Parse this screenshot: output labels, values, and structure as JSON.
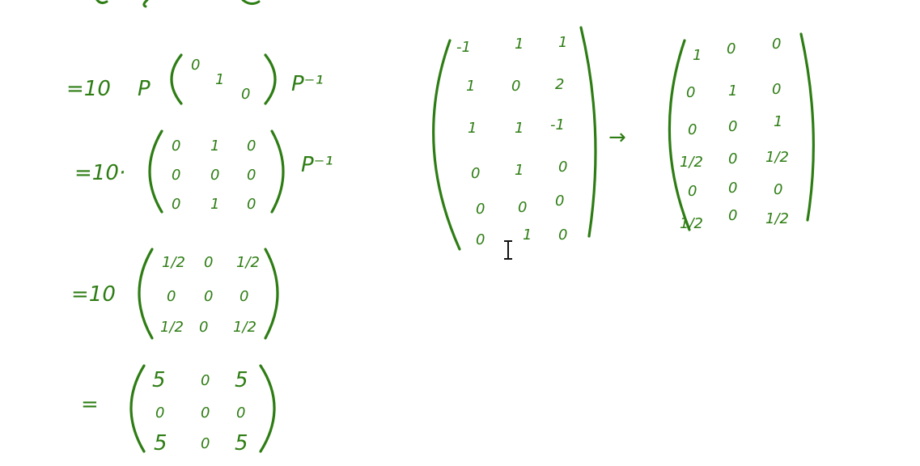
{
  "ink_color": "#2e7d14",
  "background": "#ffffff",
  "cursor_icon": "text-ibeam-cursor-icon",
  "left_steps": [
    {
      "prefix": "=10",
      "operator": "P",
      "inner": [
        "0",
        "1",
        "0"
      ],
      "suffix": "P⁻¹"
    },
    {
      "prefix": "=10·",
      "matrix": [
        [
          "0",
          "1",
          "0"
        ],
        [
          "0",
          "0",
          "0"
        ],
        [
          "0",
          "1",
          "0"
        ]
      ],
      "suffix": "P⁻¹"
    },
    {
      "prefix": "=10",
      "matrix": [
        [
          "1/2",
          "0",
          "1/2"
        ],
        [
          "0",
          "0",
          "0"
        ],
        [
          "1/2",
          "0",
          "1/2"
        ]
      ]
    },
    {
      "prefix": "=",
      "matrix": [
        [
          "5",
          "0",
          "5"
        ],
        [
          "0",
          "0",
          "0"
        ],
        [
          "5",
          "0",
          "5"
        ]
      ]
    }
  ],
  "augmented_matrix": [
    [
      "-1",
      "1",
      "1"
    ],
    [
      "1",
      "0",
      "2"
    ],
    [
      "1",
      "1",
      "-1"
    ],
    [
      "0",
      "1",
      "0"
    ],
    [
      "0",
      "0",
      "0"
    ],
    [
      "0",
      "1",
      "0"
    ]
  ],
  "arrow": "→",
  "reduced_matrix": [
    [
      "1",
      "0",
      "0"
    ],
    [
      "0",
      "1",
      "0"
    ],
    [
      "0",
      "0",
      "1"
    ],
    [
      "1/2",
      "0",
      "1/2"
    ],
    [
      "0",
      "0",
      "0"
    ],
    [
      "1/2",
      "0",
      "1/2"
    ]
  ]
}
